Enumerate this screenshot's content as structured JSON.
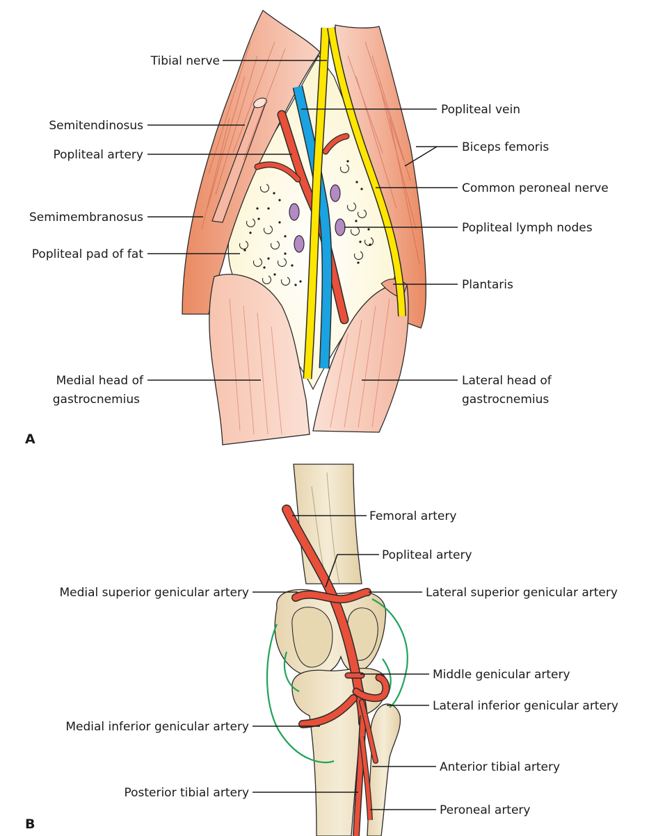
{
  "panel_a": {
    "letter": "A",
    "labels": {
      "tibial_nerve": "Tibial nerve",
      "semitendinosus": "Semitendinosus",
      "popliteal_artery": "Popliteal artery",
      "semimembranosus": "Semimembranosus",
      "popliteal_pad_of_fat": "Popliteal pad of fat",
      "medial_head_line1": "Medial head of",
      "medial_head_line2": "gastrocnemius",
      "popliteal_vein": "Popliteal vein",
      "biceps_femoris": "Biceps femoris",
      "common_peroneal_nerve": "Common peroneal nerve",
      "popliteal_lymph_nodes": "Popliteal lymph nodes",
      "plantaris": "Plantaris",
      "lateral_head_line1": "Lateral head of",
      "lateral_head_line2": "gastrocnemius"
    }
  },
  "panel_b": {
    "letter": "B",
    "labels": {
      "femoral_artery": "Femoral artery",
      "popliteal_artery": "Popliteal artery",
      "medial_superior_genicular": "Medial superior genicular artery",
      "lateral_superior_genicular": "Lateral superior genicular artery",
      "middle_genicular": "Middle genicular artery",
      "lateral_inferior_genicular": "Lateral inferior genicular artery",
      "medial_inferior_genicular": "Medial inferior genicular artery",
      "anterior_tibial": "Anterior tibial artery",
      "posterior_tibial": "Posterior tibial artery",
      "peroneal": "Peroneal artery"
    }
  },
  "colors": {
    "muscle": "#e8836a",
    "muscle_light": "#f6c6b6",
    "fat": "#fbf5d2",
    "nerve": "#ffe600",
    "vein": "#1aa3e0",
    "artery": "#e8503a",
    "node": "#b48ac4",
    "bone": "#efe2c6",
    "anastomosis": "#1fa25a"
  }
}
